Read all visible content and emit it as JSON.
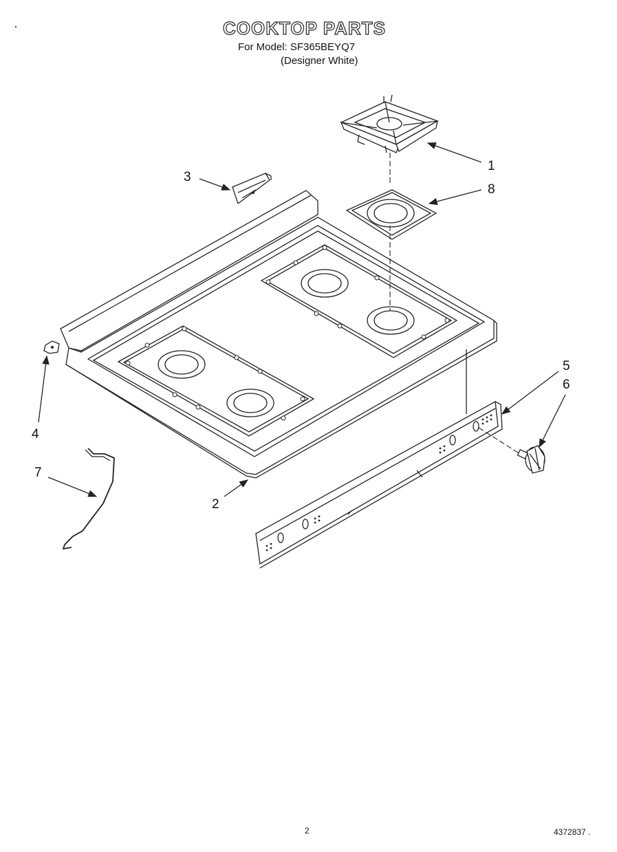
{
  "header": {
    "title": "COOKTOP PARTS",
    "model_line": "For Model: SF365BEYQ7",
    "variant_line": "(Designer White)"
  },
  "callouts": [
    "1",
    "2",
    "3",
    "4",
    "5",
    "6",
    "7",
    "8"
  ],
  "footer": {
    "page_number": "2",
    "document_number": "4372837 ."
  }
}
